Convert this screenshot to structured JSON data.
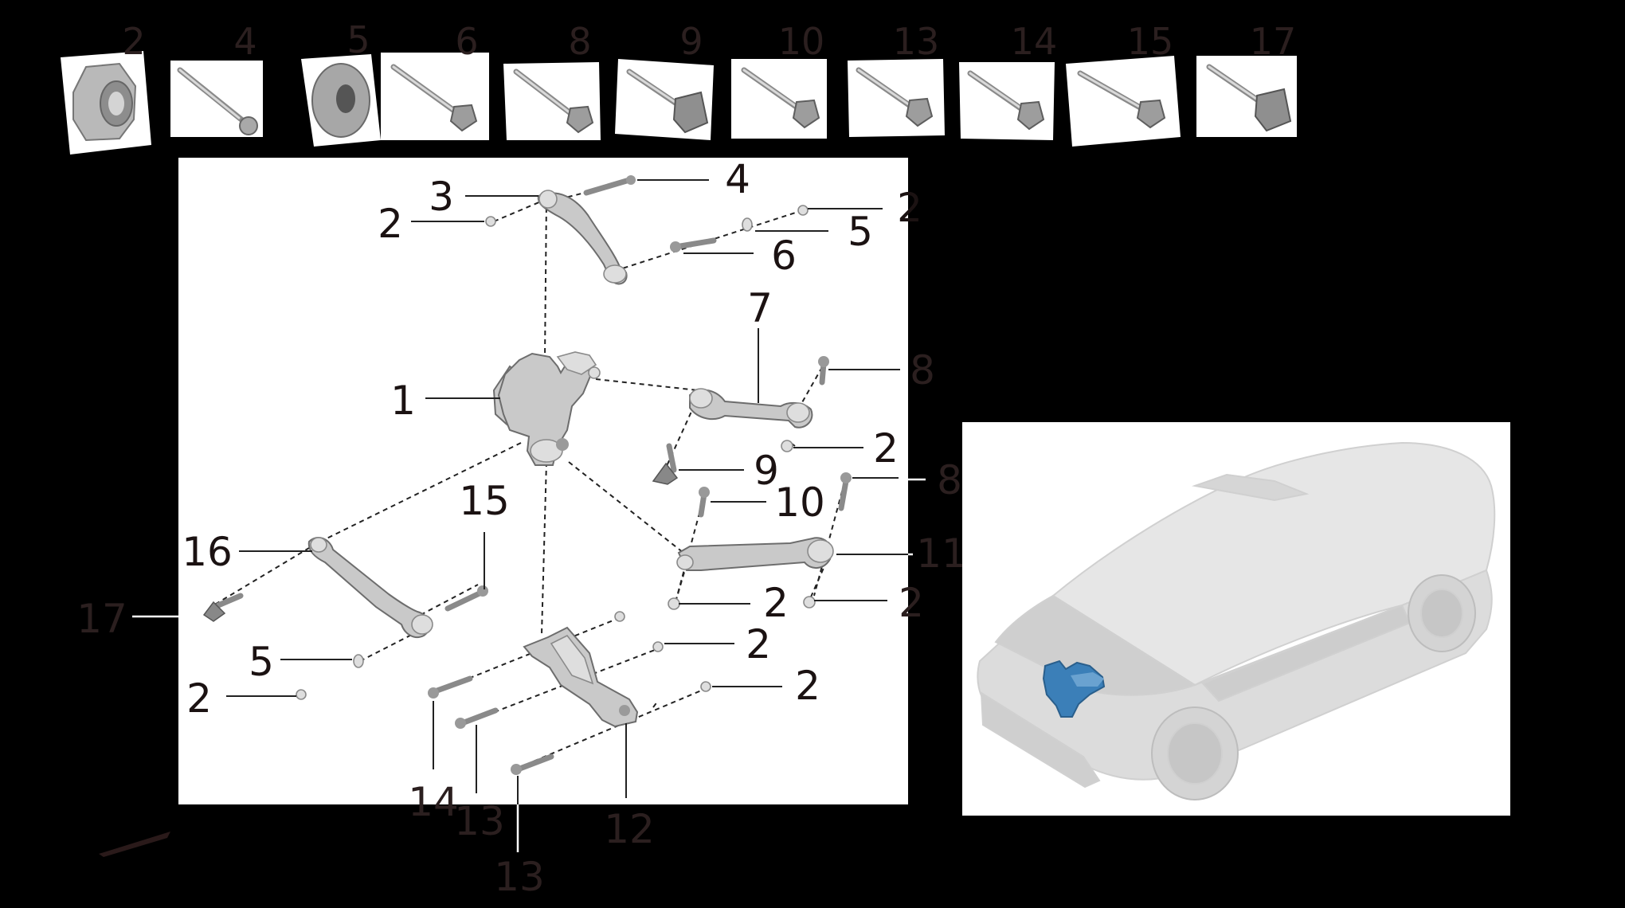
{
  "thumbnail_strip": {
    "items": [
      {
        "number": "2",
        "kind": "nut"
      },
      {
        "number": "4",
        "kind": "bolt"
      },
      {
        "number": "5",
        "kind": "eccentric-washer"
      },
      {
        "number": "6",
        "kind": "bolt"
      },
      {
        "number": "8",
        "kind": "bolt"
      },
      {
        "number": "9",
        "kind": "eccentric-bolt"
      },
      {
        "number": "10",
        "kind": "bolt"
      },
      {
        "number": "13",
        "kind": "bolt"
      },
      {
        "number": "14",
        "kind": "bolt"
      },
      {
        "number": "15",
        "kind": "bolt"
      },
      {
        "number": "17",
        "kind": "eccentric-bolt"
      }
    ]
  },
  "diagram": {
    "callouts": {
      "c3": "3",
      "c4": "4",
      "c2a": "2",
      "c2b": "2",
      "c5a": "5",
      "c6": "6",
      "c7": "7",
      "c8a": "8",
      "c1": "1",
      "c2c": "2",
      "c9": "9",
      "c10": "10",
      "c8b": "8",
      "c15": "15",
      "c16": "16",
      "c11": "11",
      "c17": "17",
      "c2d": "2",
      "c2e": "2",
      "c5b": "5",
      "c2f": "2",
      "c2g": "2",
      "c2h": "2",
      "c14": "14",
      "c13a": "13",
      "c12": "12",
      "c13b": "13"
    }
  },
  "locator": {
    "subject": "vehicle-rear-three-quarter",
    "highlight_color": "#3b7fb8"
  },
  "colors": {
    "background": "#000000",
    "panel": "#ffffff",
    "part_gray": "#c9c9c9",
    "callout_text": "#1b1212"
  }
}
